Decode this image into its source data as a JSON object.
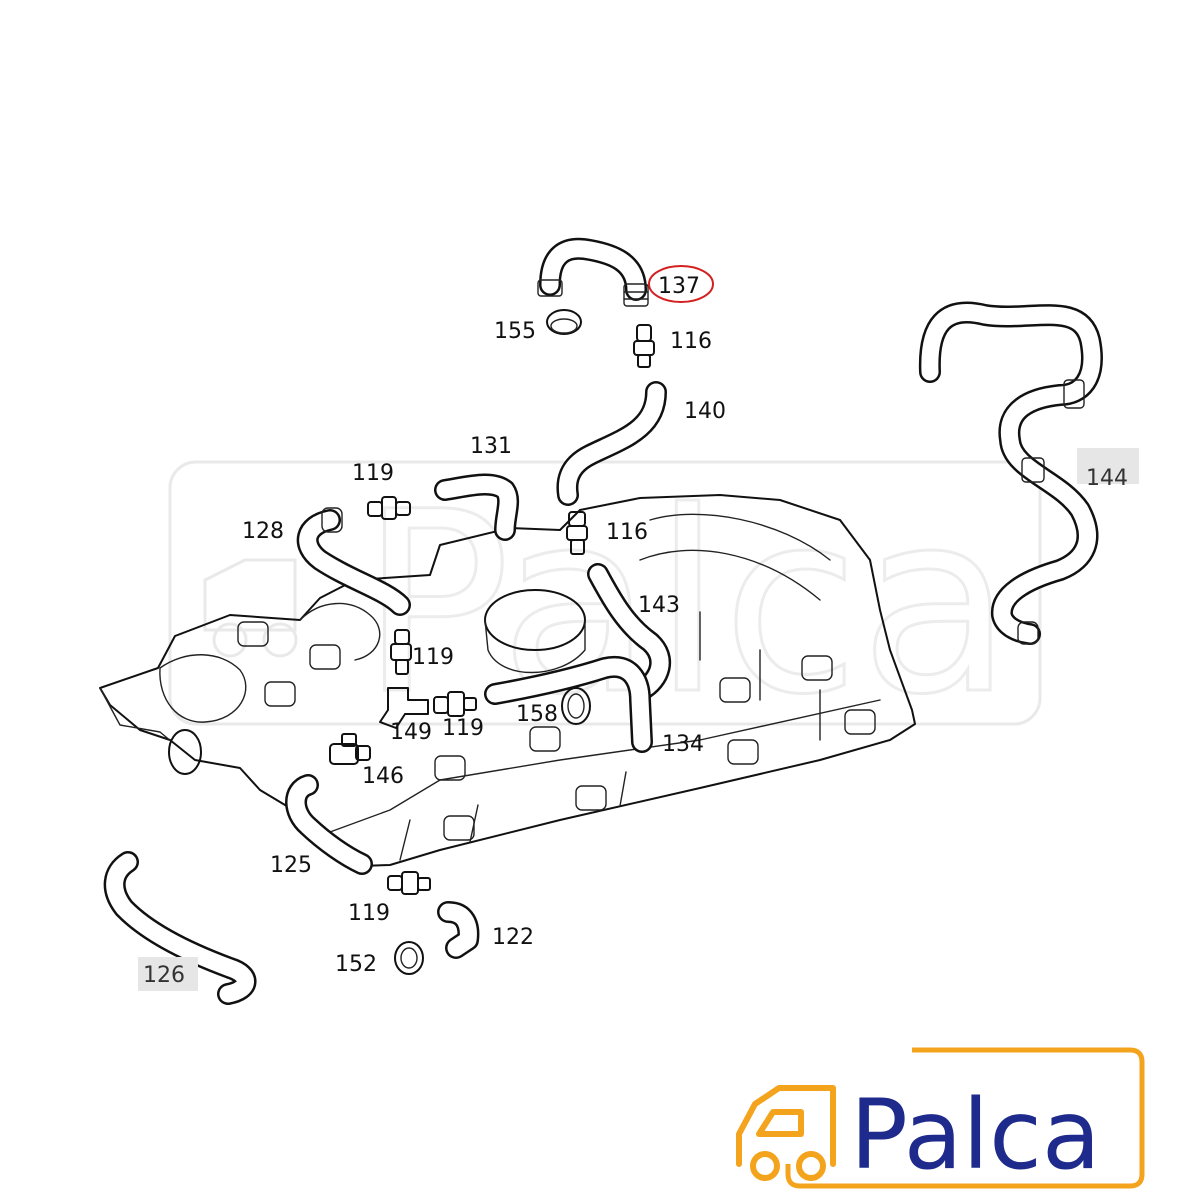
{
  "watermark": {
    "text": "Palca"
  },
  "logo": {
    "text": "Palca",
    "colors": {
      "orange": "#f3a31c",
      "blue": "#1e2a8c"
    }
  },
  "highlight": {
    "part": "137",
    "color": "#d42020"
  },
  "parts": [
    {
      "id": "137",
      "label": "137",
      "highlighted": true
    },
    {
      "id": "155",
      "label": "155"
    },
    {
      "id": "116a",
      "label": "116"
    },
    {
      "id": "140",
      "label": "140"
    },
    {
      "id": "131",
      "label": "131"
    },
    {
      "id": "119a",
      "label": "119"
    },
    {
      "id": "128",
      "label": "128"
    },
    {
      "id": "116b",
      "label": "116"
    },
    {
      "id": "143",
      "label": "143"
    },
    {
      "id": "144",
      "label": "144",
      "shaded": true
    },
    {
      "id": "119b",
      "label": "119"
    },
    {
      "id": "149",
      "label": "149"
    },
    {
      "id": "119c",
      "label": "119"
    },
    {
      "id": "158",
      "label": "158"
    },
    {
      "id": "134",
      "label": "134"
    },
    {
      "id": "146",
      "label": "146"
    },
    {
      "id": "125",
      "label": "125"
    },
    {
      "id": "119d",
      "label": "119"
    },
    {
      "id": "122",
      "label": "122"
    },
    {
      "id": "152",
      "label": "152"
    },
    {
      "id": "126",
      "label": "126",
      "shaded": true
    }
  ]
}
